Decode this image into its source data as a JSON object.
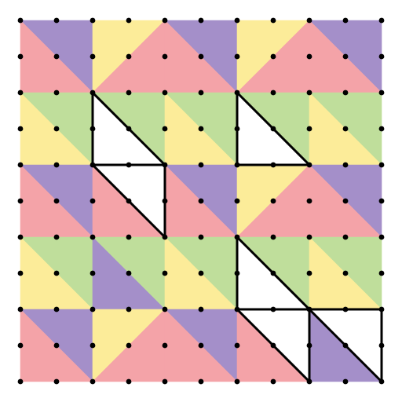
{
  "puzzle": {
    "grid_dots": {
      "rows": 11,
      "cols": 11
    },
    "tile_grid": {
      "rows": 5,
      "cols": 5
    },
    "colors": {
      "pink": "#F4A3A8",
      "purple": "#A48FC9",
      "yellow": "#FCEC99",
      "green": "#BFDE9B",
      "white": "#FFFFFF",
      "dot": "#000000",
      "outline": "#000000"
    },
    "tiles": [
      [
        {
          "diag": "tl-br",
          "upper": "purple",
          "lower": "pink"
        },
        {
          "diag": "bl-tr",
          "upper": "yellow",
          "lower": "pink"
        },
        {
          "diag": "tl-br",
          "upper": "purple",
          "lower": "pink"
        },
        {
          "diag": "bl-tr",
          "upper": "yellow",
          "lower": "pink"
        },
        {
          "diag": "tl-br",
          "upper": "purple",
          "lower": "pink"
        }
      ],
      [
        {
          "diag": "tl-br",
          "upper": "green",
          "lower": "yellow"
        },
        {
          "diag": "tl-br",
          "upper": "green",
          "lower": "white"
        },
        {
          "diag": "tl-br",
          "upper": "green",
          "lower": "yellow"
        },
        {
          "diag": "tl-br",
          "upper": "green",
          "lower": "white"
        },
        {
          "diag": "tl-br",
          "upper": "green",
          "lower": "yellow"
        }
      ],
      [
        {
          "diag": "tl-br",
          "upper": "purple",
          "lower": "pink"
        },
        {
          "diag": "tl-br",
          "upper": "white",
          "lower": "pink"
        },
        {
          "diag": "tl-br",
          "upper": "purple",
          "lower": "pink"
        },
        {
          "diag": "bl-tr",
          "upper": "yellow",
          "lower": "pink"
        },
        {
          "diag": "tl-br",
          "upper": "purple",
          "lower": "pink"
        }
      ],
      [
        {
          "diag": "tl-br",
          "upper": "green",
          "lower": "yellow"
        },
        {
          "diag": "tl-br",
          "upper": "green",
          "lower": "purple"
        },
        {
          "diag": "tl-br",
          "upper": "green",
          "lower": "yellow"
        },
        {
          "diag": "tl-br",
          "upper": "green",
          "lower": "white"
        },
        {
          "diag": "tl-br",
          "upper": "green",
          "lower": "yellow"
        }
      ],
      [
        {
          "diag": "tl-br",
          "upper": "purple",
          "lower": "pink"
        },
        {
          "diag": "bl-tr",
          "upper": "yellow",
          "lower": "pink"
        },
        {
          "diag": "tl-br",
          "upper": "purple",
          "lower": "pink"
        },
        {
          "diag": "tl-br",
          "upper": "white",
          "lower": "pink"
        },
        {
          "diag": "tl-br",
          "upper": "white",
          "lower": "purple"
        }
      ]
    ]
  }
}
